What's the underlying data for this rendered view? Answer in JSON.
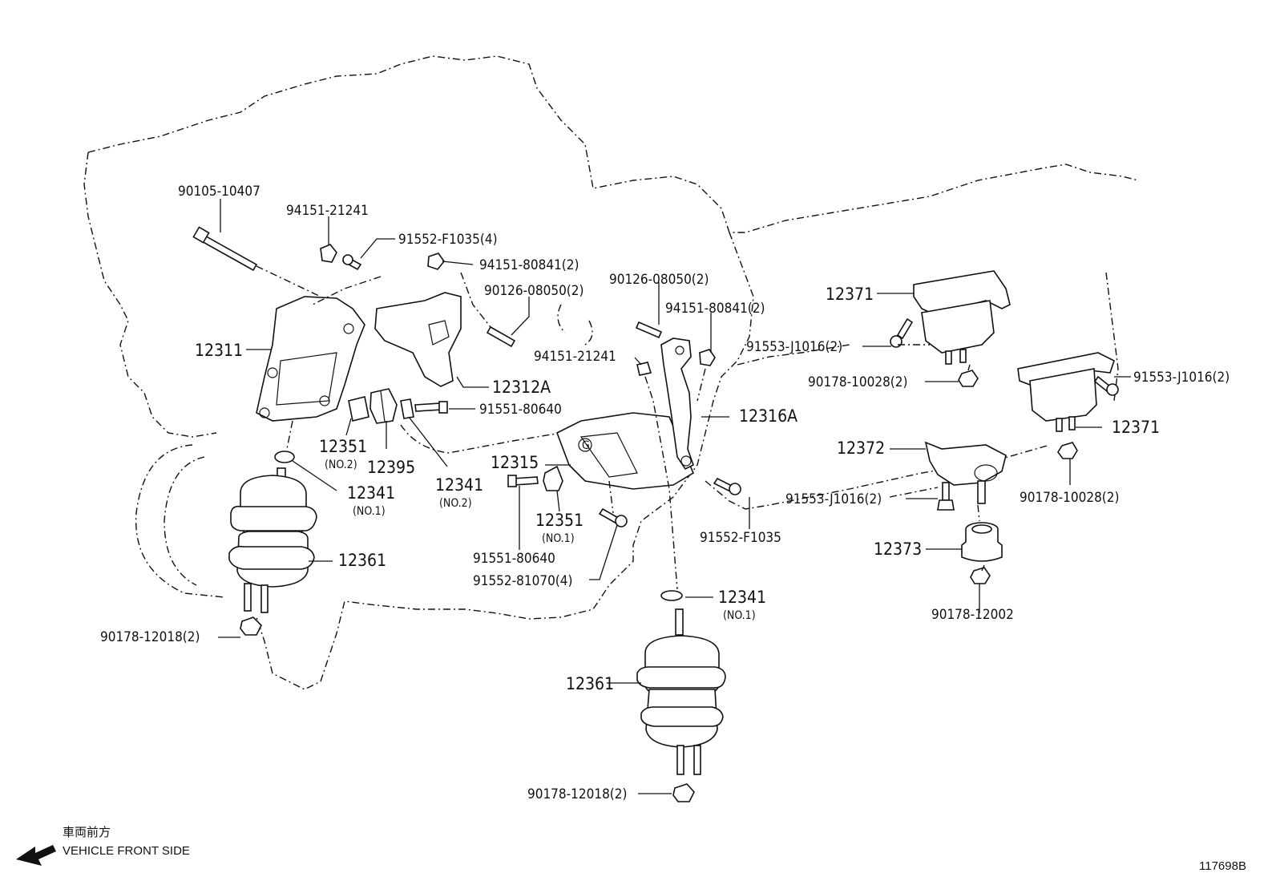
{
  "part_labels": {
    "p90105_10407": "90105-10407",
    "p94151_21241_a": "94151-21241",
    "p91552_F1035_4": "91552-F1035(4)",
    "p94151_80841_2_a": "94151-80841(2)",
    "p90126_08050_2_a": "90126-08050(2)",
    "p90126_08050_2_b": "90126-08050(2)",
    "p94151_80841_2_b": "94151-80841(2)",
    "p94151_21241_b": "94151-21241",
    "p12311": "12311",
    "p12312A": "12312A",
    "p91551_80640_a": "91551-80640",
    "p12351_a": "12351",
    "p12351_a_sub": "(NO.2)",
    "p12395": "12395",
    "p12341_b": "12341",
    "p12341_b_sub": "(NO.2)",
    "p12341_a": "12341",
    "p12341_a_sub": "(NO.1)",
    "p12361_a": "12361",
    "p90178_12018_2_a": "90178-12018(2)",
    "p12315": "12315",
    "p12351_b": "12351",
    "p12351_b_sub": "(NO.1)",
    "p91551_80640_b": "91551-80640",
    "p91552_81070_4": "91552-81070(4)",
    "p12316A": "12316A",
    "p91552_F1035": "91552-F1035",
    "p12341_c": "12341",
    "p12341_c_sub": "(NO.1)",
    "p12361_b": "12361",
    "p90178_12018_2_b": "90178-12018(2)",
    "p12371_a": "12371",
    "p91553_J1016_2_a": "91553-J1016(2)",
    "p90178_10028_2_a": "90178-10028(2)",
    "p91553_J1016_2_b": "91553-J1016(2)",
    "p12371_b": "12371",
    "p12372": "12372",
    "p91553_J1016_2_c": "91553-J1016(2)",
    "p90178_10028_2_b": "90178-10028(2)",
    "p12373": "12373",
    "p90178_12002": "90178-12002"
  },
  "direction": {
    "japanese": "車両前方",
    "english": "VEHICLE FRONT SIDE"
  },
  "diagram_id": "117698B"
}
